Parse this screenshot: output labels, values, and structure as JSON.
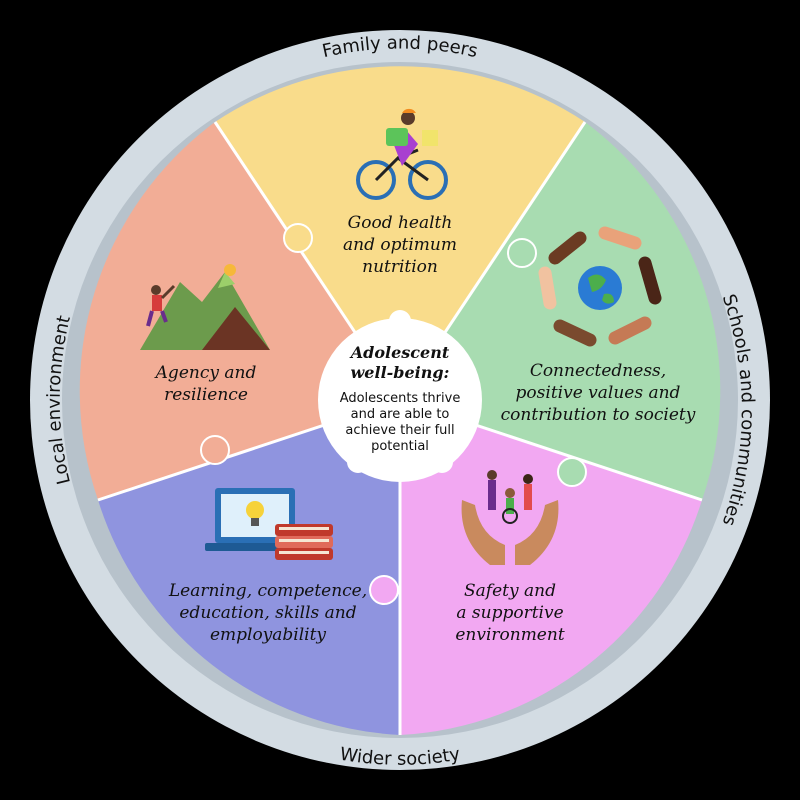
{
  "ring": {
    "top": "Family and peers",
    "right": "Schools and communities",
    "bottom": "Wider society",
    "left": "Local environment"
  },
  "center": {
    "title_line1": "Adolescent",
    "title_line2": "well-being:",
    "body": [
      "Adolescents thrive",
      "and are able to",
      "achieve their full",
      "potential"
    ]
  },
  "segments": {
    "health": {
      "lines": [
        "Good health",
        "and optimum",
        "nutrition"
      ],
      "color": "#f9dc8b",
      "icon": "cyclist-icon"
    },
    "connected": {
      "lines": [
        "Connectedness,",
        "positive values and",
        "contribution to society"
      ],
      "color": "#a8dcb1",
      "icon": "globe-hands-icon"
    },
    "safety": {
      "lines": [
        "Safety and",
        "a supportive",
        "environment"
      ],
      "color": "#f2a8f2",
      "icon": "hands-people-icon"
    },
    "learning": {
      "lines": [
        "Learning, competence,",
        "education, skills and",
        "employability"
      ],
      "color": "#8f94df",
      "icon": "laptop-books-icon"
    },
    "agency": {
      "lines": [
        "Agency and",
        "resilience"
      ],
      "color": "#f2ad96",
      "icon": "mountain-climber-icon"
    }
  },
  "colors": {
    "ring": "#d3dce3",
    "background": "#000000",
    "center": "#ffffff"
  }
}
